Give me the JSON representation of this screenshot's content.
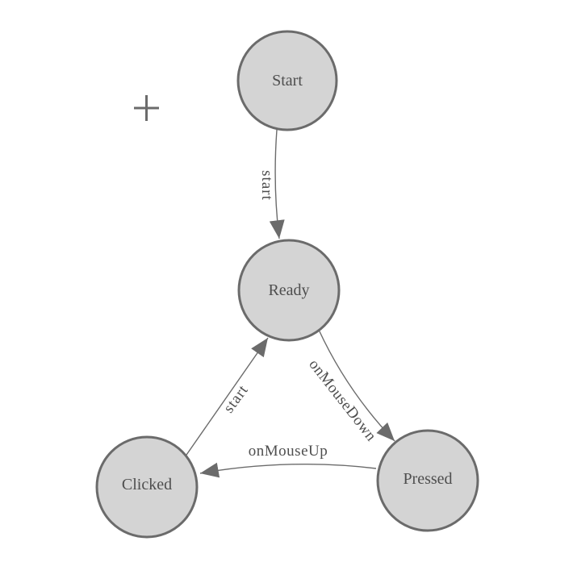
{
  "palette": {
    "background": "#ffffff",
    "node_fill": "#d4d4d4",
    "node_stroke": "#6b6b6b",
    "edge_stroke": "#6b6b6b",
    "text_color": "#4e4e4e"
  },
  "nodes": [
    {
      "label": "Start"
    },
    {
      "label": "Ready"
    },
    {
      "label": "Clicked"
    },
    {
      "label": "Pressed"
    }
  ],
  "transitions": [
    {
      "from": "Start",
      "to": "Ready",
      "label": "start"
    },
    {
      "from": "Ready",
      "to": "Pressed",
      "label": "onMouseDown"
    },
    {
      "from": "Pressed",
      "to": "Clicked",
      "label": "onMouseUp"
    },
    {
      "from": "Clicked",
      "to": "Ready",
      "label": "start"
    }
  ],
  "cursor": {
    "icon": "plus-crosshair"
  }
}
